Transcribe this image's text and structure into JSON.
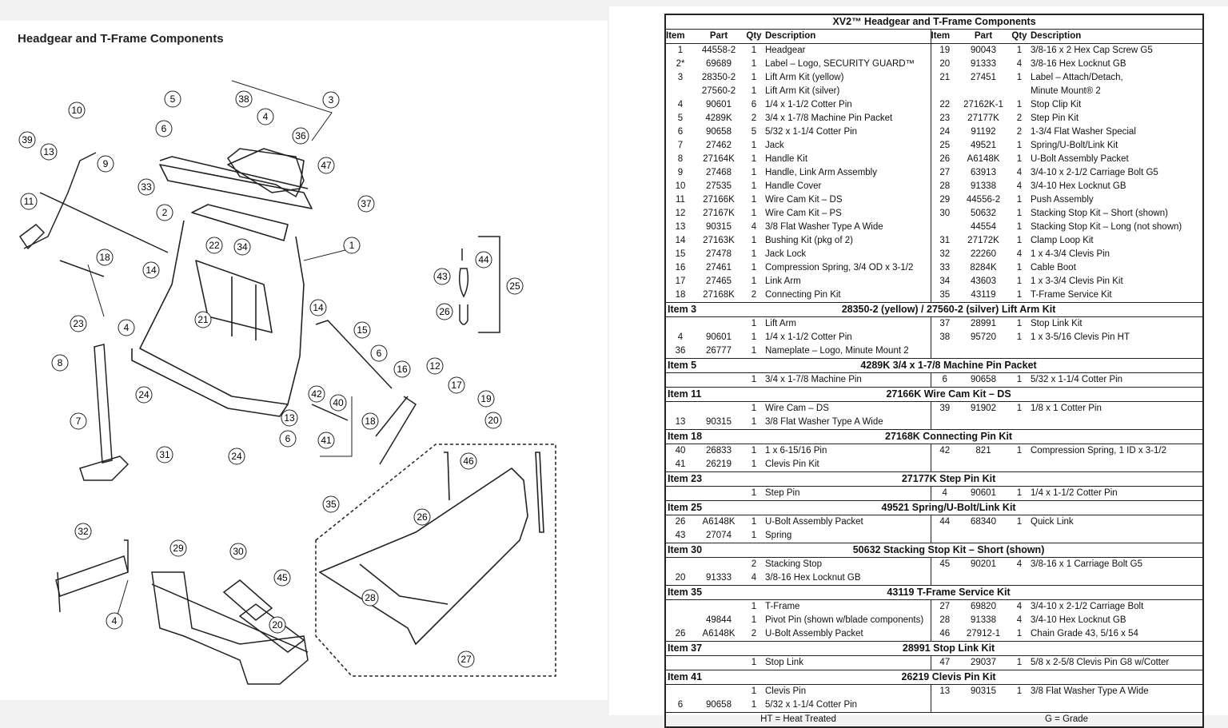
{
  "page_title": "Headgear and T-Frame Components",
  "callouts": [
    "10",
    "5",
    "38",
    "3",
    "4",
    "6",
    "36",
    "39",
    "13",
    "9",
    "47",
    "11",
    "33",
    "37",
    "2",
    "22",
    "34",
    "1",
    "18",
    "14",
    "44",
    "43",
    "25",
    "26",
    "23",
    "4",
    "14",
    "15",
    "21",
    "6",
    "8",
    "16",
    "12",
    "24",
    "42",
    "40",
    "17",
    "19",
    "20",
    "18",
    "7",
    "13",
    "6",
    "41",
    "31",
    "24",
    "46",
    "35",
    "26",
    "32",
    "29",
    "30",
    "45",
    "28",
    "4",
    "20",
    "27"
  ],
  "table": {
    "title": "XV2™ Headgear and T-Frame Components",
    "headers": [
      "Item",
      "Part",
      "Qty",
      "Description",
      "Item",
      "Part",
      "Qty",
      "Description"
    ],
    "main_rows": [
      [
        [
          "1",
          "44558-2",
          "1",
          "Headgear"
        ],
        [
          "19",
          "90043",
          "1",
          "3/8-16 x 2 Hex Cap Screw G5"
        ]
      ],
      [
        [
          "2*",
          "69689",
          "1",
          "Label – Logo, SECURITY GUARD™"
        ],
        [
          "20",
          "91333",
          "4",
          "3/8-16 Hex Locknut GB"
        ]
      ],
      [
        [
          "3",
          "28350-2",
          "1",
          "Lift Arm Kit (yellow)"
        ],
        [
          "21",
          "27451",
          "1",
          "Label – Attach/Detach,"
        ]
      ],
      [
        [
          "",
          "27560-2",
          "1",
          "Lift Arm Kit (silver)"
        ],
        [
          "",
          "",
          "",
          "Minute Mount® 2"
        ]
      ],
      [
        [
          "4",
          "90601",
          "6",
          "1/4 x 1-1/2 Cotter Pin"
        ],
        [
          "22",
          "27162K-1",
          "1",
          "Stop Clip Kit"
        ]
      ],
      [
        [
          "5",
          "4289K",
          "2",
          "3/4 x 1-7/8 Machine Pin Packet"
        ],
        [
          "23",
          "27177K",
          "2",
          "Step Pin Kit"
        ]
      ],
      [
        [
          "6",
          "90658",
          "5",
          "5/32 x 1-1/4 Cotter Pin"
        ],
        [
          "24",
          "91192",
          "2",
          "1-3/4 Flat Washer Special"
        ]
      ],
      [
        [
          "7",
          "27462",
          "1",
          "Jack"
        ],
        [
          "25",
          "49521",
          "1",
          "Spring/U-Bolt/Link Kit"
        ]
      ],
      [
        [
          "8",
          "27164K",
          "1",
          "Handle Kit"
        ],
        [
          "26",
          "A6148K",
          "1",
          "U-Bolt Assembly Packet"
        ]
      ],
      [
        [
          "9",
          "27468",
          "1",
          "Handle, Link Arm Assembly"
        ],
        [
          "27",
          "63913",
          "4",
          "3/4-10 x 2-1/2 Carriage Bolt G5"
        ]
      ],
      [
        [
          "10",
          "27535",
          "1",
          "Handle Cover"
        ],
        [
          "28",
          "91338",
          "4",
          "3/4-10 Hex Locknut GB"
        ]
      ],
      [
        [
          "11",
          "27166K",
          "1",
          "Wire Cam Kit – DS"
        ],
        [
          "29",
          "44556-2",
          "1",
          "Push Assembly"
        ]
      ],
      [
        [
          "12",
          "27167K",
          "1",
          "Wire Cam Kit – PS"
        ],
        [
          "30",
          "50632",
          "1",
          "Stacking Stop Kit – Short (shown)"
        ]
      ],
      [
        [
          "13",
          "90315",
          "4",
          "3/8 Flat Washer Type A Wide"
        ],
        [
          "",
          "44554",
          "1",
          "Stacking Stop Kit – Long (not shown)"
        ]
      ],
      [
        [
          "14",
          "27163K",
          "1",
          "Bushing Kit (pkg of 2)"
        ],
        [
          "31",
          "27172K",
          "1",
          "Clamp Loop Kit"
        ]
      ],
      [
        [
          "15",
          "27478",
          "1",
          "Jack Lock"
        ],
        [
          "32",
          "22260",
          "4",
          "1 x 4-3/4 Clevis Pin"
        ]
      ],
      [
        [
          "16",
          "27461",
          "1",
          "Compression Spring, 3/4 OD x 3-1/2"
        ],
        [
          "33",
          "8284K",
          "1",
          "Cable Boot"
        ]
      ],
      [
        [
          "17",
          "27465",
          "1",
          "Link Arm"
        ],
        [
          "34",
          "43603",
          "1",
          "1 x 3-3/4 Clevis Pin Kit"
        ]
      ],
      [
        [
          "18",
          "27168K",
          "2",
          "Connecting Pin Kit"
        ],
        [
          "35",
          "43119",
          "1",
          "T-Frame Service Kit"
        ]
      ]
    ],
    "sections": [
      {
        "item": "Item 3",
        "title": "28350-2 (yellow) / 27560-2 (silver)  Lift Arm Kit",
        "rows": [
          [
            [
              "",
              "",
              "1",
              "Lift Arm"
            ],
            [
              "37",
              "28991",
              "1",
              "Stop Link Kit"
            ]
          ],
          [
            [
              "4",
              "90601",
              "1",
              "1/4 x 1-1/2 Cotter Pin"
            ],
            [
              "38",
              "95720",
              "1",
              "1 x 3-5/16 Clevis Pin HT"
            ]
          ],
          [
            [
              "36",
              "26777",
              "1",
              "Nameplate – Logo, Minute Mount 2"
            ],
            [
              "",
              "",
              "",
              ""
            ]
          ]
        ]
      },
      {
        "item": "Item 5",
        "title": "4289K  3/4 x 1-7/8 Machine Pin Packet",
        "rows": [
          [
            [
              "",
              "",
              "1",
              "3/4 x 1-7/8 Machine Pin"
            ],
            [
              "6",
              "90658",
              "1",
              "5/32 x 1-1/4 Cotter Pin"
            ]
          ]
        ]
      },
      {
        "item": "Item 11",
        "title": "27166K  Wire Cam Kit – DS",
        "rows": [
          [
            [
              "",
              "",
              "1",
              "Wire Cam – DS"
            ],
            [
              "39",
              "91902",
              "1",
              "1/8 x 1 Cotter Pin"
            ]
          ],
          [
            [
              "13",
              "90315",
              "1",
              "3/8 Flat Washer Type A Wide"
            ],
            [
              "",
              "",
              "",
              ""
            ]
          ]
        ]
      },
      {
        "item": "Item 18",
        "title": "27168K  Connecting Pin Kit",
        "rows": [
          [
            [
              "40",
              "26833",
              "1",
              "1 x 6-15/16 Pin"
            ],
            [
              "42",
              "821",
              "1",
              "Compression Spring, 1 ID x 3-1/2"
            ]
          ],
          [
            [
              "41",
              "26219",
              "1",
              "Clevis Pin Kit"
            ],
            [
              "",
              "",
              "",
              ""
            ]
          ]
        ]
      },
      {
        "item": "Item 23",
        "title": "27177K  Step Pin Kit",
        "rows": [
          [
            [
              "",
              "",
              "1",
              "Step Pin"
            ],
            [
              "4",
              "90601",
              "1",
              "1/4 x 1-1/2 Cotter Pin"
            ]
          ]
        ]
      },
      {
        "item": "Item 25",
        "title": "49521  Spring/U-Bolt/Link Kit",
        "rows": [
          [
            [
              "26",
              "A6148K",
              "1",
              "U-Bolt Assembly Packet"
            ],
            [
              "44",
              "68340",
              "1",
              "Quick Link"
            ]
          ],
          [
            [
              "43",
              "27074",
              "1",
              "Spring"
            ],
            [
              "",
              "",
              "",
              ""
            ]
          ]
        ]
      },
      {
        "item": "Item 30",
        "title": "50632  Stacking Stop Kit – Short (shown)",
        "rows": [
          [
            [
              "",
              "",
              "2",
              "Stacking Stop"
            ],
            [
              "45",
              "90201",
              "4",
              "3/8-16 x 1 Carriage Bolt G5"
            ]
          ],
          [
            [
              "20",
              "91333",
              "4",
              "3/8-16 Hex Locknut GB"
            ],
            [
              "",
              "",
              "",
              ""
            ]
          ]
        ]
      },
      {
        "item": "Item 35",
        "title": "43119  T-Frame Service Kit",
        "rows": [
          [
            [
              "",
              "",
              "1",
              "T-Frame"
            ],
            [
              "27",
              "69820",
              "4",
              "3/4-10 x 2-1/2 Carriage Bolt"
            ]
          ],
          [
            [
              "",
              "49844",
              "1",
              "Pivot Pin (shown w/blade components)"
            ],
            [
              "28",
              "91338",
              "4",
              "3/4-10 Hex Locknut GB"
            ]
          ],
          [
            [
              "26",
              "A6148K",
              "2",
              "U-Bolt Assembly Packet"
            ],
            [
              "46",
              "27912-1",
              "1",
              "Chain Grade 43, 5/16 x 54"
            ]
          ]
        ]
      },
      {
        "item": "Item 37",
        "title": "28991  Stop Link Kit",
        "rows": [
          [
            [
              "",
              "",
              "1",
              "Stop Link"
            ],
            [
              "47",
              "29037",
              "1",
              "5/8 x 2-5/8 Clevis Pin G8 w/Cotter"
            ]
          ]
        ]
      },
      {
        "item": "Item 41",
        "title": "26219  Clevis Pin Kit",
        "rows": [
          [
            [
              "",
              "",
              "1",
              "Clevis Pin"
            ],
            [
              "13",
              "90315",
              "1",
              "3/8 Flat Washer Type A Wide"
            ]
          ],
          [
            [
              "6",
              "90658",
              "1",
              "5/32 x 1-1/4 Cotter Pin"
            ],
            [
              "",
              "",
              "",
              ""
            ]
          ]
        ]
      }
    ],
    "footer": [
      "HT = Heat Treated",
      "G = Grade"
    ]
  }
}
